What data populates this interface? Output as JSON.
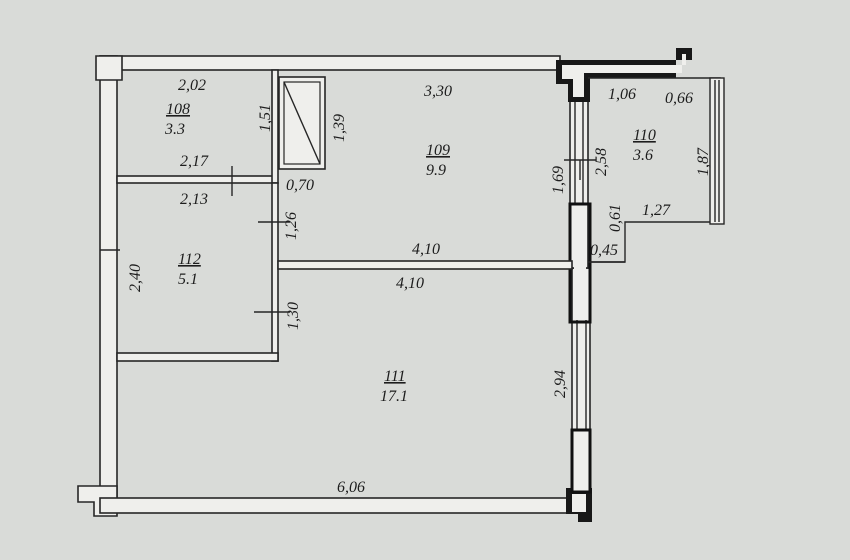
{
  "rooms": {
    "r108": {
      "number": "108",
      "area": "3.3"
    },
    "r109": {
      "number": "109",
      "area": "9.9"
    },
    "r110": {
      "number": "110",
      "area": "3.6"
    },
    "r111": {
      "number": "111",
      "area": "17.1"
    },
    "r112": {
      "number": "112",
      "area": "5.1"
    }
  },
  "dims": {
    "d_2_02": "2,02",
    "d_3_30": "3,30",
    "d_1_51": "1,51",
    "d_1_39": "1,39",
    "d_2_17": "2,17",
    "d_2_13": "2,13",
    "d_0_70": "0,70",
    "d_1_26": "1,26",
    "d_2_40": "2,40",
    "d_4_10_top": "4,10",
    "d_4_10_bottom": "4,10",
    "d_1_30": "1,30",
    "d_1_06": "1,06",
    "d_0_66": "0,66",
    "d_2_58": "2,58",
    "d_1_87": "1,87",
    "d_1_69": "1,69",
    "d_0_61": "0,61",
    "d_1_27": "1,27",
    "d_0_45": "0,45",
    "d_2_94": "2,94",
    "d_6_06": "6,06"
  }
}
